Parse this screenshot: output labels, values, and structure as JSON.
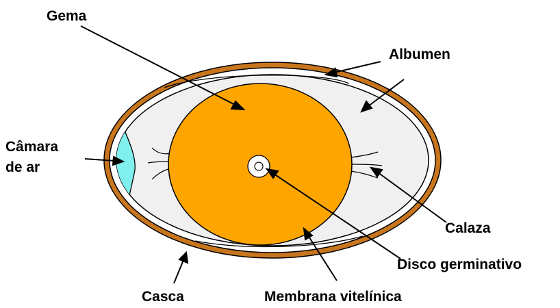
{
  "labels": {
    "gema": "Gema",
    "albumen": "Albumen",
    "camara_line1": "Câmara",
    "camara_line2": "de ar",
    "calaza": "Calaza",
    "disco": "Disco germinativo",
    "casca": "Casca",
    "membrana": "Membrana vitelínica"
  },
  "colors": {
    "shell": "#c8761e",
    "yolk": "#ffa500",
    "albumen": "#f0f0f0",
    "air_cell": "#7ff0ee",
    "outline": "#000000"
  }
}
